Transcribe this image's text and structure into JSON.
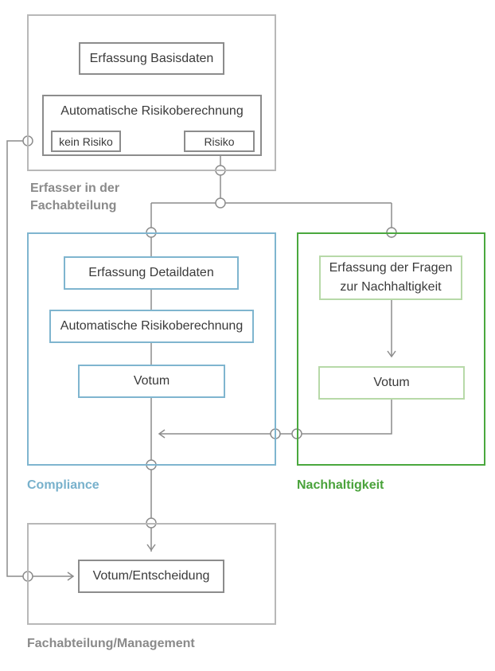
{
  "colors": {
    "gray_lane": "#b8b8b8",
    "blue_lane": "#7fb5cf",
    "green_lane": "#4aa83e",
    "connector": "#8c8c8c",
    "label_gray": "#8a8a8a",
    "label_blue": "#78b1cc",
    "label_green": "#49a23a"
  },
  "lanes": {
    "erfasser": {
      "label": "Erfasser in der\nFachabteilung"
    },
    "compliance": {
      "label": "Compliance"
    },
    "nachhaltigkeit": {
      "label": "Nachhaltigkeit"
    },
    "management": {
      "label": "Fachabteilung/Management"
    }
  },
  "boxes": {
    "basisdaten": "Erfassung Basisdaten",
    "risiko_auto_1": "Automatische Risikoberechnung",
    "kein_risiko": "kein Risiko",
    "risiko": "Risiko",
    "detaildaten": "Erfassung Detaildaten",
    "risiko_auto_2": "Automatische Risikoberechnung",
    "votum_compliance": "Votum",
    "fragen_nachhaltigkeit": "Erfassung der Fragen\nzur Nachhaltigkeit",
    "votum_nachhaltigkeit": "Votum",
    "entscheidung": "Votum/Entscheidung"
  }
}
